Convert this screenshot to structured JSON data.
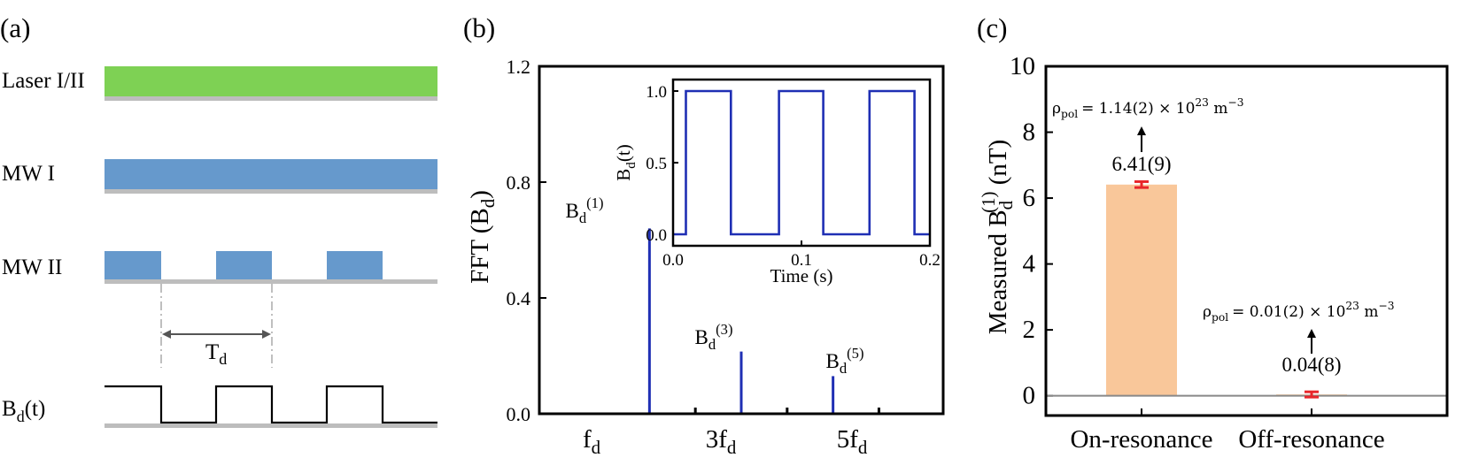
{
  "panel_a": {
    "label": "(a)",
    "rows": [
      "Laser I/II",
      "MW I",
      "MW II"
    ],
    "bd_label": "B",
    "bd_sub": "d",
    "bd_tail": "(t)",
    "period_label": "T",
    "period_sub": "d",
    "colors": {
      "laser": "#7ed154",
      "mw": "#6699cc",
      "base": "#bdbdbd"
    }
  },
  "panel_b": {
    "label": "(b)",
    "ylabel": "FFT (B",
    "ylabel_sub": "d",
    "ylabel_tail": ")",
    "inset_ylabel": "B",
    "inset_ylabel_sub": "d",
    "inset_ylabel_tail": "(t)",
    "inset_xlabel": "Time (s)",
    "peak_labels": [
      {
        "main": "B",
        "sub": "d",
        "sup": "(1)"
      },
      {
        "main": "B",
        "sub": "d",
        "sup": "(3)"
      },
      {
        "main": "B",
        "sub": "d",
        "sup": "(5)"
      }
    ],
    "xtick_labels": [
      {
        "main": "f",
        "sub": "d"
      },
      {
        "main": "3f",
        "sub": "d"
      },
      {
        "main": "5f",
        "sub": "d"
      }
    ]
  },
  "panel_c": {
    "label": "(c)",
    "ylabel": "Measured B",
    "ylabel_sub": "d",
    "ylabel_sup": "(1)",
    "ylabel_tail": " (nT)",
    "values_text": [
      "6.41(9)",
      "0.04(8)"
    ],
    "rho_prefix": "ρ",
    "rho_sub": "pol",
    "rho_values": [
      "= 1.14(2) × 10",
      "= 0.01(2) × 10"
    ],
    "rho_exp": "23",
    "rho_unit": " m",
    "rho_unit_sup": "−3"
  },
  "chart_data": [
    {
      "type": "bar",
      "panel": "(b)",
      "categories": [
        "fd",
        "3fd",
        "5fd"
      ],
      "x": [
        1,
        3,
        5
      ],
      "values": [
        0.64,
        0.215,
        0.13
      ],
      "xlim": [
        -1.4,
        7.4
      ],
      "ylim": [
        0,
        1.2
      ],
      "yticks": [
        0.0,
        0.4,
        0.8,
        1.2
      ],
      "minor_xticks": [
        2,
        4,
        6
      ],
      "color": "#1f2fb4"
    },
    {
      "type": "line",
      "panel": "(b) inset",
      "x": [
        0,
        0.01,
        0.01,
        0.045,
        0.045,
        0.0825,
        0.0825,
        0.117,
        0.117,
        0.153,
        0.153,
        0.188,
        0.188,
        0.2
      ],
      "y": [
        0,
        0,
        1,
        1,
        0,
        0,
        1,
        1,
        0,
        0,
        1,
        1,
        0,
        0
      ],
      "xlim": [
        0,
        0.2
      ],
      "ylim": [
        -0.08,
        1.08
      ],
      "xticks": [
        0.0,
        0.1,
        0.2
      ],
      "yticks": [
        0.0,
        0.5,
        1.0
      ],
      "color": "#1f2fb4"
    },
    {
      "type": "bar",
      "panel": "(c)",
      "categories": [
        "On-resonance",
        "Off-resonance"
      ],
      "values": [
        6.41,
        0.04
      ],
      "errors": [
        0.09,
        0.08
      ],
      "ylim": [
        -0.6,
        10
      ],
      "yticks": [
        0,
        2,
        4,
        6,
        8,
        10
      ],
      "bar_color": "#f9c79a",
      "error_color": "#e8262a"
    }
  ]
}
